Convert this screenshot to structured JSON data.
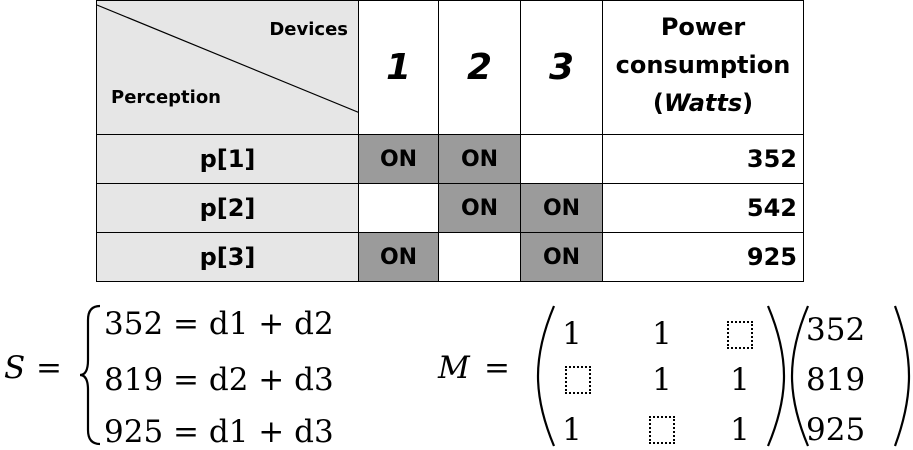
{
  "table": {
    "corner_top_label": "Devices",
    "corner_bottom_label": "Perception",
    "device_headers": [
      "1",
      "2",
      "3"
    ],
    "power_header": {
      "line1": "Power",
      "line2": "consumption",
      "paren_open": "(",
      "unit": "Watts",
      "paren_close": ")"
    },
    "rows": [
      {
        "label": "p[1]",
        "states": [
          "ON",
          "ON",
          ""
        ],
        "power": "352"
      },
      {
        "label": "p[2]",
        "states": [
          "",
          "ON",
          "ON"
        ],
        "power": "542"
      },
      {
        "label": "p[3]",
        "states": [
          "ON",
          "",
          "ON"
        ],
        "power": "925"
      }
    ],
    "colors": {
      "header_bg": "#e6e6e6",
      "on_bg": "#9b9b9b",
      "off_bg": "#ffffff"
    }
  },
  "system": {
    "name": "S",
    "equals": "=",
    "equations": [
      "352 = d1 + d2",
      "819 = d2 + d3",
      "925 = d1 + d3"
    ]
  },
  "matrix": {
    "name": "M",
    "equals": "=",
    "rows": [
      [
        "1",
        "1",
        "missing"
      ],
      [
        "missing",
        "1",
        "1"
      ],
      [
        "1",
        "missing",
        "1"
      ]
    ],
    "vector": [
      "352",
      "819",
      "925"
    ]
  }
}
